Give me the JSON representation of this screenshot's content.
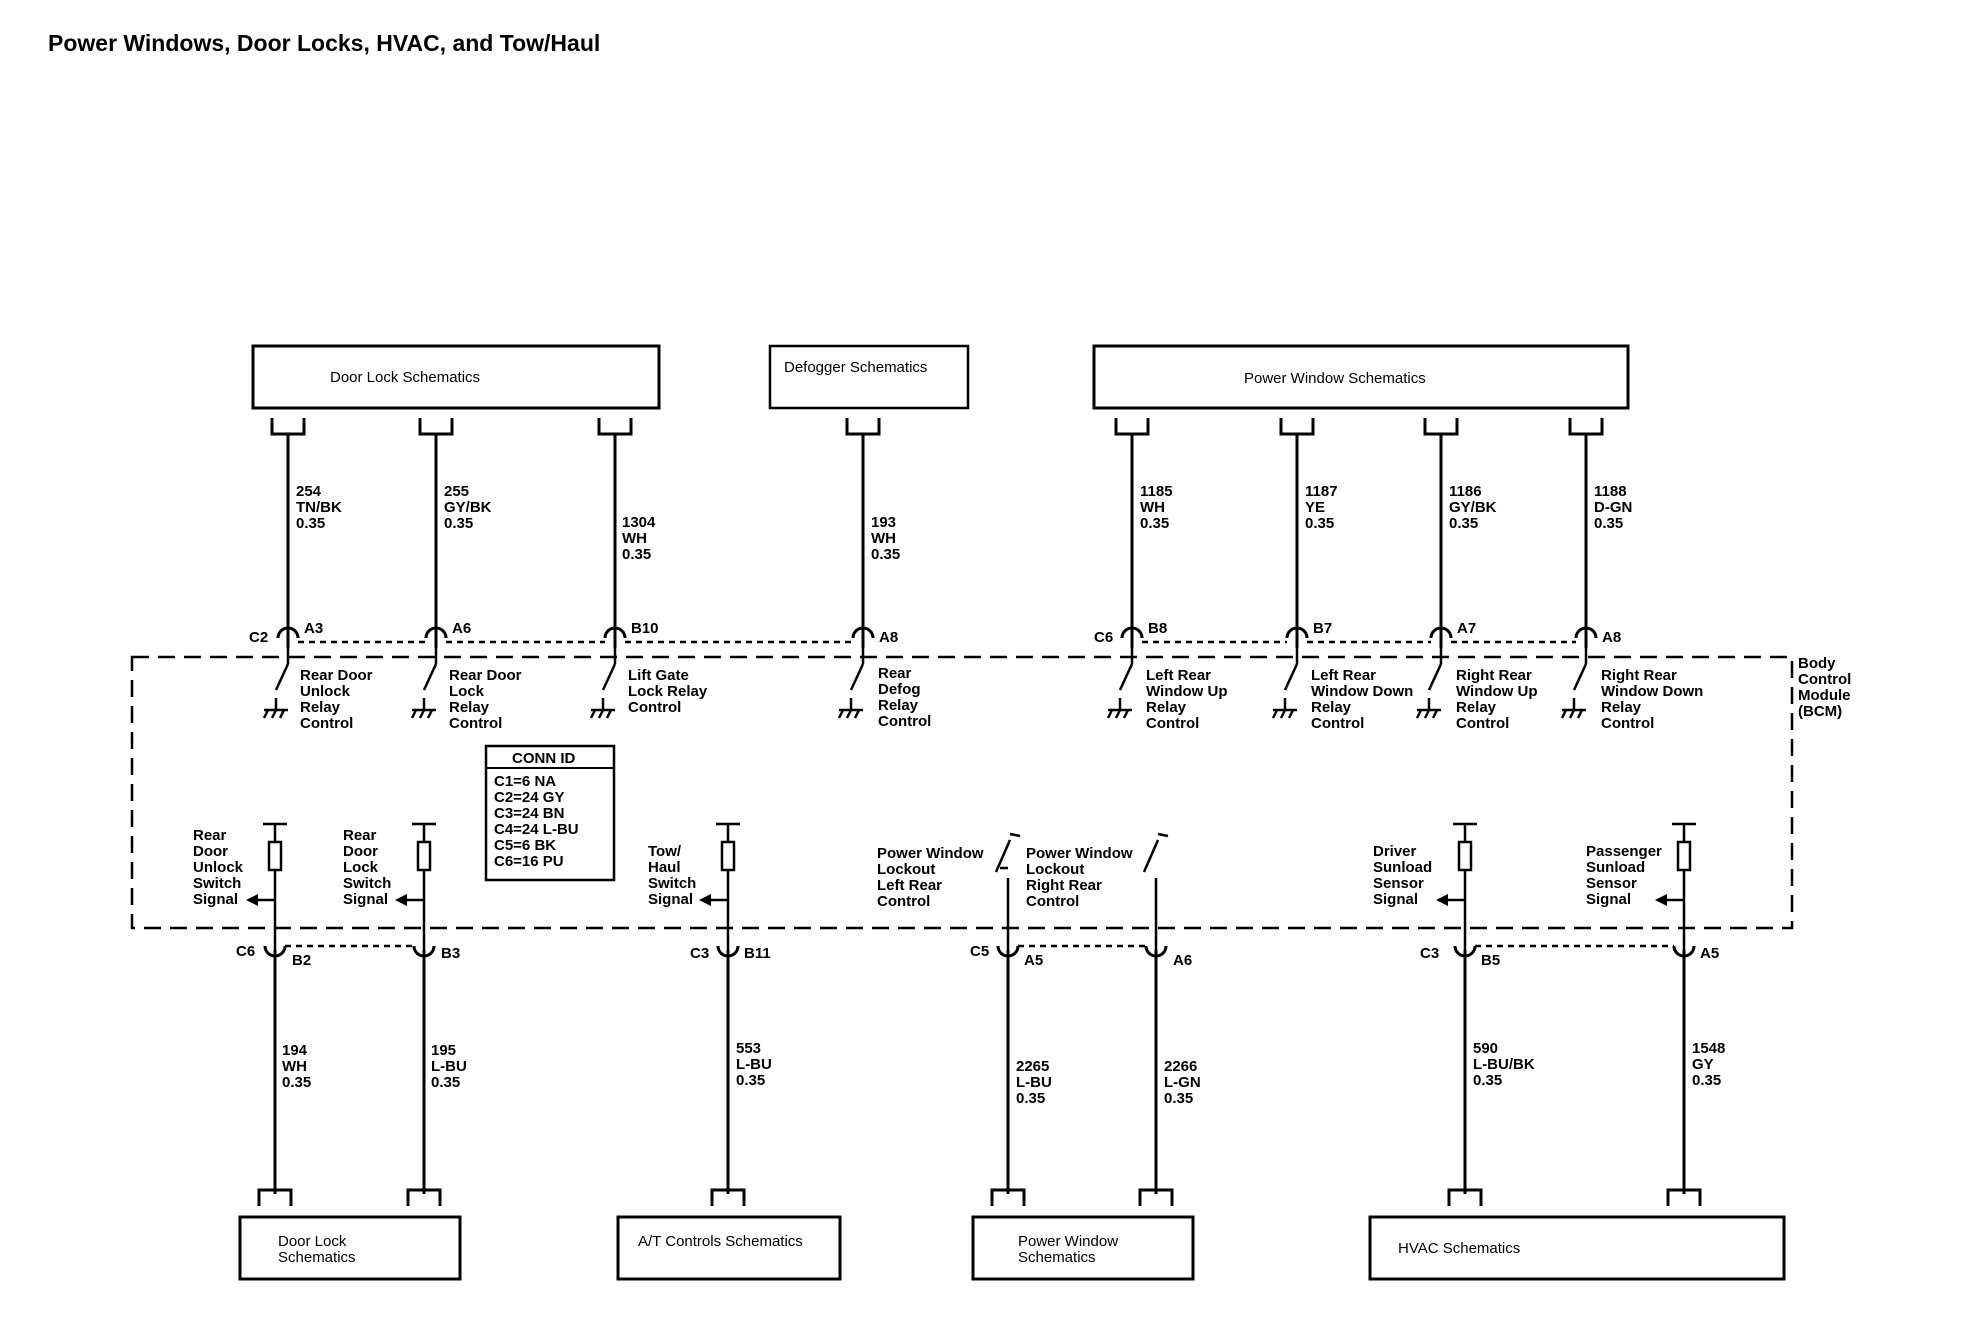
{
  "title": "Power Windows, Door Locks, HVAC, and Tow/Haul",
  "top_boxes": {
    "door_lock": "Door Lock Schematics",
    "defogger": "Defogger Schematics",
    "power_window": "Power Window Schematics"
  },
  "top_wires": [
    {
      "circuit": "254",
      "color": "TN/BK",
      "gauge": "0.35",
      "pin": "A3"
    },
    {
      "circuit": "255",
      "color": "GY/BK",
      "gauge": "0.35",
      "pin": "A6"
    },
    {
      "circuit": "1304",
      "color": "WH",
      "gauge": "0.35",
      "pin": "B10"
    },
    {
      "circuit": "193",
      "color": "WH",
      "gauge": "0.35",
      "pin": "A8"
    },
    {
      "circuit": "1185",
      "color": "WH",
      "gauge": "0.35",
      "pin": "B8"
    },
    {
      "circuit": "1187",
      "color": "YE",
      "gauge": "0.35",
      "pin": "B7"
    },
    {
      "circuit": "1186",
      "color": "GY/BK",
      "gauge": "0.35",
      "pin": "A7"
    },
    {
      "circuit": "1188",
      "color": "D-GN",
      "gauge": "0.35",
      "pin": "A8"
    }
  ],
  "top_connectors": [
    "C2",
    "C6"
  ],
  "relays": [
    [
      "Rear Door",
      "Unlock",
      "Relay",
      "Control"
    ],
    [
      "Rear Door",
      "Lock",
      "Relay",
      "Control"
    ],
    [
      "Lift Gate",
      "Lock Relay",
      "Control"
    ],
    [
      "Rear",
      "Defog",
      "Relay",
      "Control"
    ],
    [
      "Left Rear",
      "Window Up",
      "Relay",
      "Control"
    ],
    [
      "Left Rear",
      "Window Down",
      "Relay",
      "Control"
    ],
    [
      "Right Rear",
      "Window Up",
      "Relay",
      "Control"
    ],
    [
      "Right Rear",
      "Window Down",
      "Relay",
      "Control"
    ]
  ],
  "module_label": [
    "Body",
    "Control",
    "Module",
    "(BCM)"
  ],
  "conn_id": {
    "header": "CONN ID",
    "rows": [
      "C1=6 NA",
      "C2=24 GY",
      "C3=24 BN",
      "C4=24 L-BU",
      "C5=6 BK",
      "C6=16 PU"
    ]
  },
  "signals": [
    [
      "Rear",
      "Door",
      "Unlock",
      "Switch",
      "Signal"
    ],
    [
      "Rear",
      "Door",
      "Lock",
      "Switch",
      "Signal"
    ],
    [
      "Tow/",
      "Haul",
      "Switch",
      "Signal"
    ],
    [
      "Power Window",
      "Lockout",
      "Left Rear",
      "Control"
    ],
    [
      "Power Window",
      "Lockout",
      "Right Rear",
      "Control"
    ],
    [
      "Driver",
      "Sunload",
      "Sensor",
      "Signal"
    ],
    [
      "Passenger",
      "Sunload",
      "Sensor",
      "Signal"
    ]
  ],
  "bottom_wires": [
    {
      "circuit": "194",
      "color": "WH",
      "gauge": "0.35",
      "pin": "B2"
    },
    {
      "circuit": "195",
      "color": "L-BU",
      "gauge": "0.35",
      "pin": "B3"
    },
    {
      "circuit": "553",
      "color": "L-BU",
      "gauge": "0.35",
      "pin": "B11"
    },
    {
      "circuit": "2265",
      "color": "L-BU",
      "gauge": "0.35",
      "pin": "A5"
    },
    {
      "circuit": "2266",
      "color": "L-GN",
      "gauge": "0.35",
      "pin": "A6"
    },
    {
      "circuit": "590",
      "color": "L-BU/BK",
      "gauge": "0.35",
      "pin": "B5"
    },
    {
      "circuit": "1548",
      "color": "GY",
      "gauge": "0.35",
      "pin": "A5"
    }
  ],
  "bottom_connectors": [
    "C6",
    "C3",
    "C5",
    "C3"
  ],
  "bottom_boxes": {
    "door_lock": [
      "Door Lock",
      "Schematics"
    ],
    "at_controls": "A/T Controls Schematics",
    "power_window": [
      "Power Window",
      "Schematics"
    ],
    "hvac": "HVAC Schematics"
  }
}
